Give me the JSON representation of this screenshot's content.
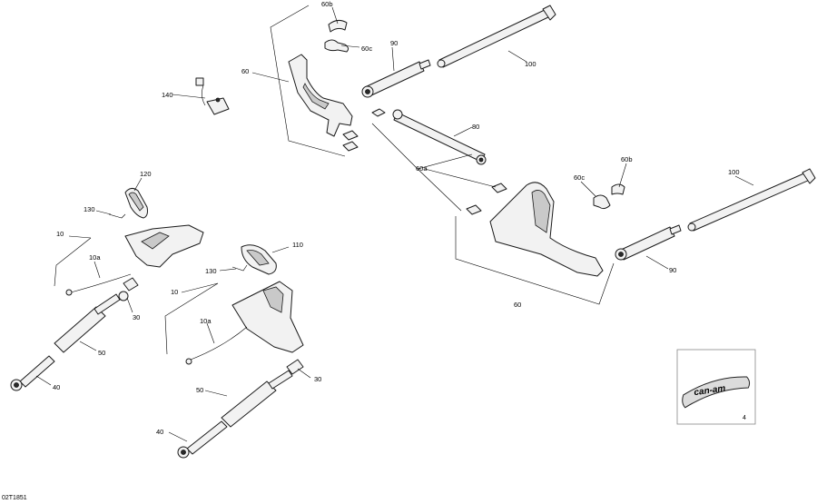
{
  "diagram": {
    "document_code": "02T1851",
    "page_number": "4",
    "brand_logo": "can-am",
    "callouts": {
      "c60b_top": "60b",
      "c60c_top": "60c",
      "c90_top": "90",
      "c100_top": "100",
      "c60_top": "60",
      "c140": "140",
      "c80": "80",
      "c60a": "60a",
      "c60c_right": "60c",
      "c60b_right": "60b",
      "c100_right": "100",
      "c90_right": "90",
      "c60_right": "60",
      "c120": "120",
      "c130_left": "130",
      "c10_left": "10",
      "c10a_left": "10a",
      "c110": "110",
      "c130_mid": "130",
      "c10_mid": "10",
      "c30_left": "30",
      "c50_left": "50",
      "c40_left": "40",
      "c10a_mid": "10a",
      "c30_mid": "30",
      "c50_mid": "50",
      "c40_mid": "40"
    }
  }
}
